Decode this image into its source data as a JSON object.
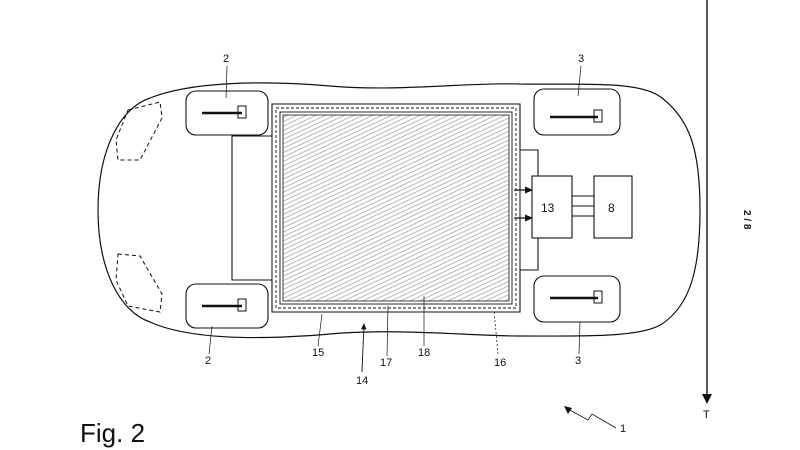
{
  "figure": {
    "caption": "Fig. 2",
    "page_number": "2 / 8",
    "axis_label": "T"
  },
  "blocks": {
    "b13": "13",
    "b8": "8"
  },
  "labels": {
    "front_left_wheel": "2",
    "front_right_wheel": "2",
    "rear_left_wheel": "3",
    "rear_right_wheel": "3",
    "l15": "15",
    "l14": "14",
    "l17": "17",
    "l18": "18",
    "l16": "16",
    "l1": "1"
  },
  "colors": {
    "stroke": "#111111",
    "hatch": "#9a9a9a",
    "background": "#ffffff"
  }
}
